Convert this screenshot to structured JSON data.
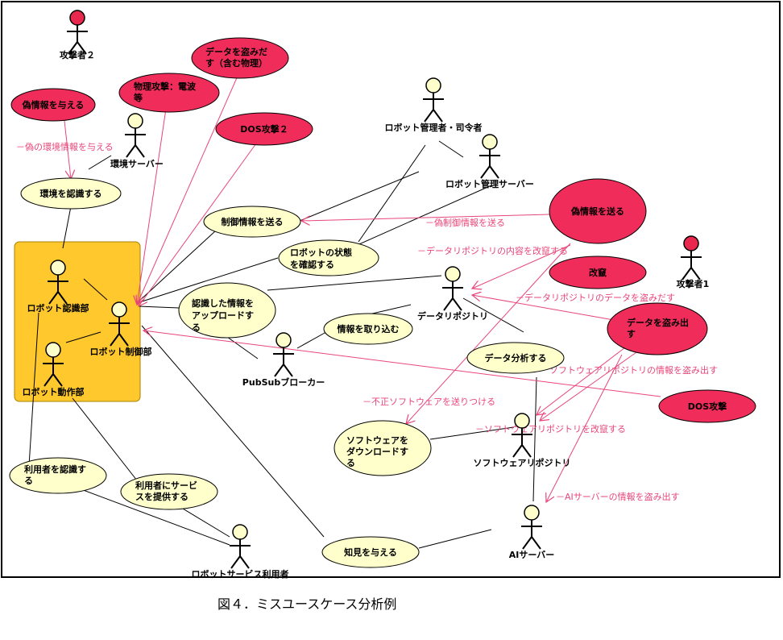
{
  "caption": "図４．ミスユースケース分析例",
  "colors": {
    "use_case_fill": "#ffffcc",
    "attack_fill": "#f02d5a",
    "system_box": "#ffc82d",
    "threat_line": "#e8467a",
    "attacker_head": "#e8284d"
  },
  "actors": [
    {
      "id": "attacker2",
      "label": "攻撃者２",
      "kind": "attacker"
    },
    {
      "id": "env_server",
      "label": "環境サーバー",
      "kind": "normal"
    },
    {
      "id": "robot_admin",
      "label": "ロボット管理者・司令者",
      "kind": "normal"
    },
    {
      "id": "robot_mgmt_server",
      "label": "ロボット管理サーバー",
      "kind": "normal"
    },
    {
      "id": "attacker1",
      "label": "攻撃者1",
      "kind": "attacker"
    },
    {
      "id": "robot_recog",
      "label": "ロボット認識部",
      "kind": "normal"
    },
    {
      "id": "robot_ctrl",
      "label": "ロボット制御部",
      "kind": "normal"
    },
    {
      "id": "robot_motion",
      "label": "ロボット動作部",
      "kind": "normal"
    },
    {
      "id": "data_repo",
      "label": "データリポジトリ",
      "kind": "normal"
    },
    {
      "id": "pubsub",
      "label": "PubSubブローカー",
      "kind": "normal"
    },
    {
      "id": "sw_repo",
      "label": "ソフトウェアリポジトリ",
      "kind": "normal"
    },
    {
      "id": "ai_server",
      "label": "AIサーバー",
      "kind": "normal"
    },
    {
      "id": "service_user",
      "label": "ロボットサービス利用者",
      "kind": "normal"
    }
  ],
  "use_cases": [
    {
      "id": "recognize_env",
      "lines": [
        "環境を認識する"
      ]
    },
    {
      "id": "send_ctrl",
      "lines": [
        "制御情報を送る"
      ]
    },
    {
      "id": "check_state",
      "lines": [
        "ロボットの状態",
        "を確認する"
      ]
    },
    {
      "id": "upload_info",
      "lines": [
        "認識した情報を",
        "アップロードす",
        "る"
      ]
    },
    {
      "id": "import_info",
      "lines": [
        "情報を取り込む"
      ]
    },
    {
      "id": "analyze",
      "lines": [
        "データ分析する"
      ]
    },
    {
      "id": "download_sw",
      "lines": [
        "ソフトウェアを",
        "ダウンロードす",
        "る"
      ]
    },
    {
      "id": "recognize_user",
      "lines": [
        "利用者を認識す",
        "る"
      ]
    },
    {
      "id": "provide_service",
      "lines": [
        "利用者にサービ",
        "スを提供する"
      ]
    },
    {
      "id": "give_knowledge",
      "lines": [
        "知見を与える"
      ]
    }
  ],
  "attacks": [
    {
      "id": "give_fake",
      "lines": [
        "偽情報を与える"
      ]
    },
    {
      "id": "physical",
      "lines": [
        "物理攻撃：電波",
        "等"
      ]
    },
    {
      "id": "steal_data2",
      "lines": [
        "データを盗みだ",
        "す（含む物理）"
      ]
    },
    {
      "id": "dos2",
      "lines": [
        "DOS攻撃２"
      ]
    },
    {
      "id": "send_fake",
      "lines": [
        "偽情報を送る"
      ]
    },
    {
      "id": "tamper",
      "lines": [
        "改竄"
      ]
    },
    {
      "id": "steal_data",
      "lines": [
        "データを盗み出",
        "す"
      ]
    },
    {
      "id": "dos",
      "lines": [
        "DOS攻撃"
      ]
    }
  ],
  "threat_labels": [
    {
      "id": "fake_env",
      "text": "－偽の環境情報を与える"
    },
    {
      "id": "fake_ctrl",
      "text": "－偽制御情報を送る"
    },
    {
      "id": "tamper_repo",
      "text": "－データリポジトリの内容を改竄する"
    },
    {
      "id": "steal_repo",
      "text": "－データリポジトリのデータを盗みだす"
    },
    {
      "id": "steal_sw",
      "text": "ソフトウェアリポジトリの情報を盗み出す"
    },
    {
      "id": "bad_sw",
      "text": "－不正ソフトウェアを送りつける"
    },
    {
      "id": "tamper_sw",
      "text": "－ソフトウェアリポジトリを改竄する"
    },
    {
      "id": "steal_ai",
      "text": "－AIサーバーの情報を盗み出す"
    }
  ]
}
